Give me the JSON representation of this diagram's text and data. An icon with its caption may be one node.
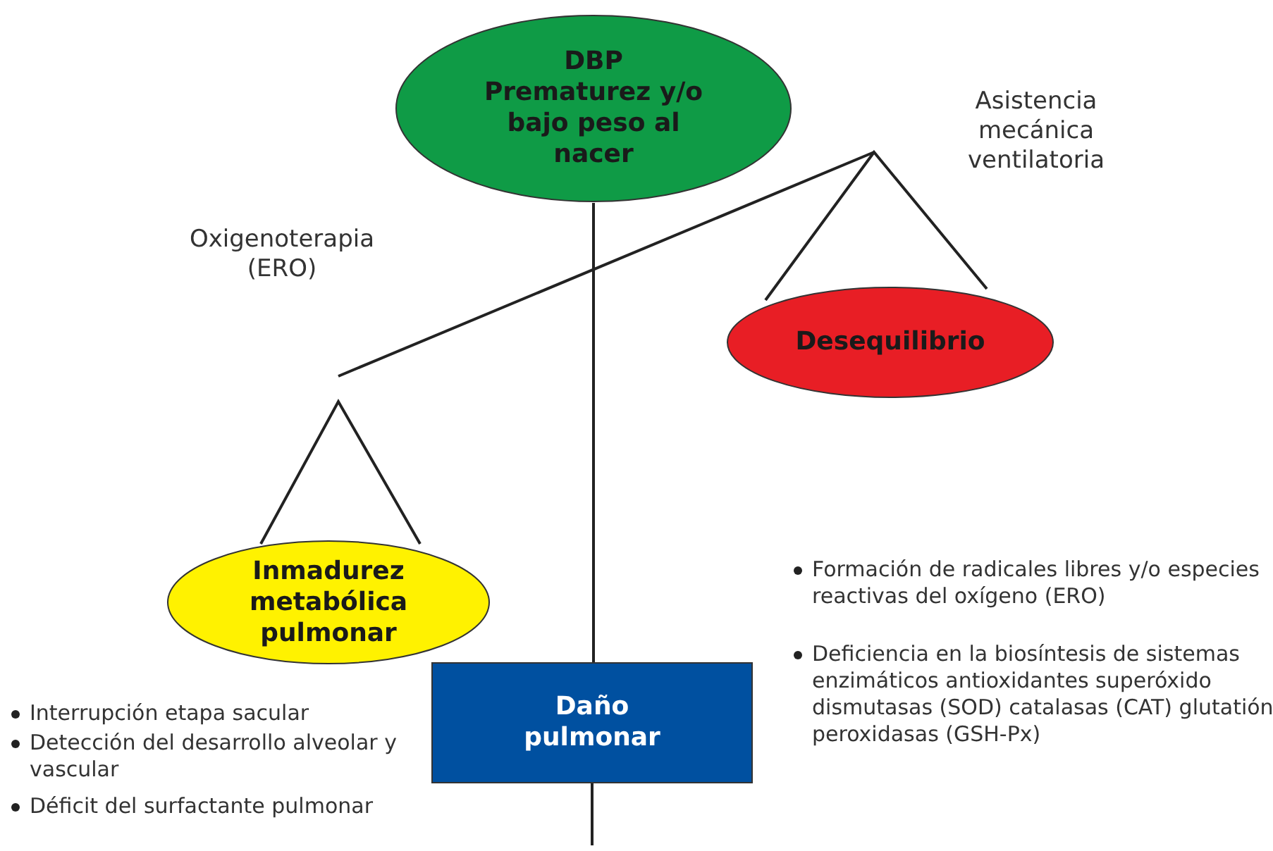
{
  "diagram": {
    "nodes": [
      {
        "text": [
          "DBP",
          "Prematurez y/o bajo peso al nacer"
        ]
      },
      {
        "text": [
          "Desequilibrio"
        ]
      },
      {
        "text": [
          "Inmadurez metabólica pulmonar"
        ]
      },
      {
        "text": [
          "Daño pulmonar"
        ]
      }
    ],
    "edges": [
      {
        "from": 0,
        "to": 3,
        "arrow": "none"
      }
    ],
    "labels": [
      "Asistencia mecánica ventilatoria",
      "Oxigenoterapia (ERO)",
      "Formación de radicales libres y/o especies reactivas del oxígeno (ERO)",
      "Deficiencia en la biosíntesis de sistemas enzimáticos antioxidantes superóxido dismutasas (SOD) catalasas (CAT) glutatión peroxidasas (GSH-Px)",
      "Interrupción etapa sacular",
      "Detección del desarrollo alveolar y vascular",
      "Déficit del surfactante pulmonar"
    ]
  }
}
